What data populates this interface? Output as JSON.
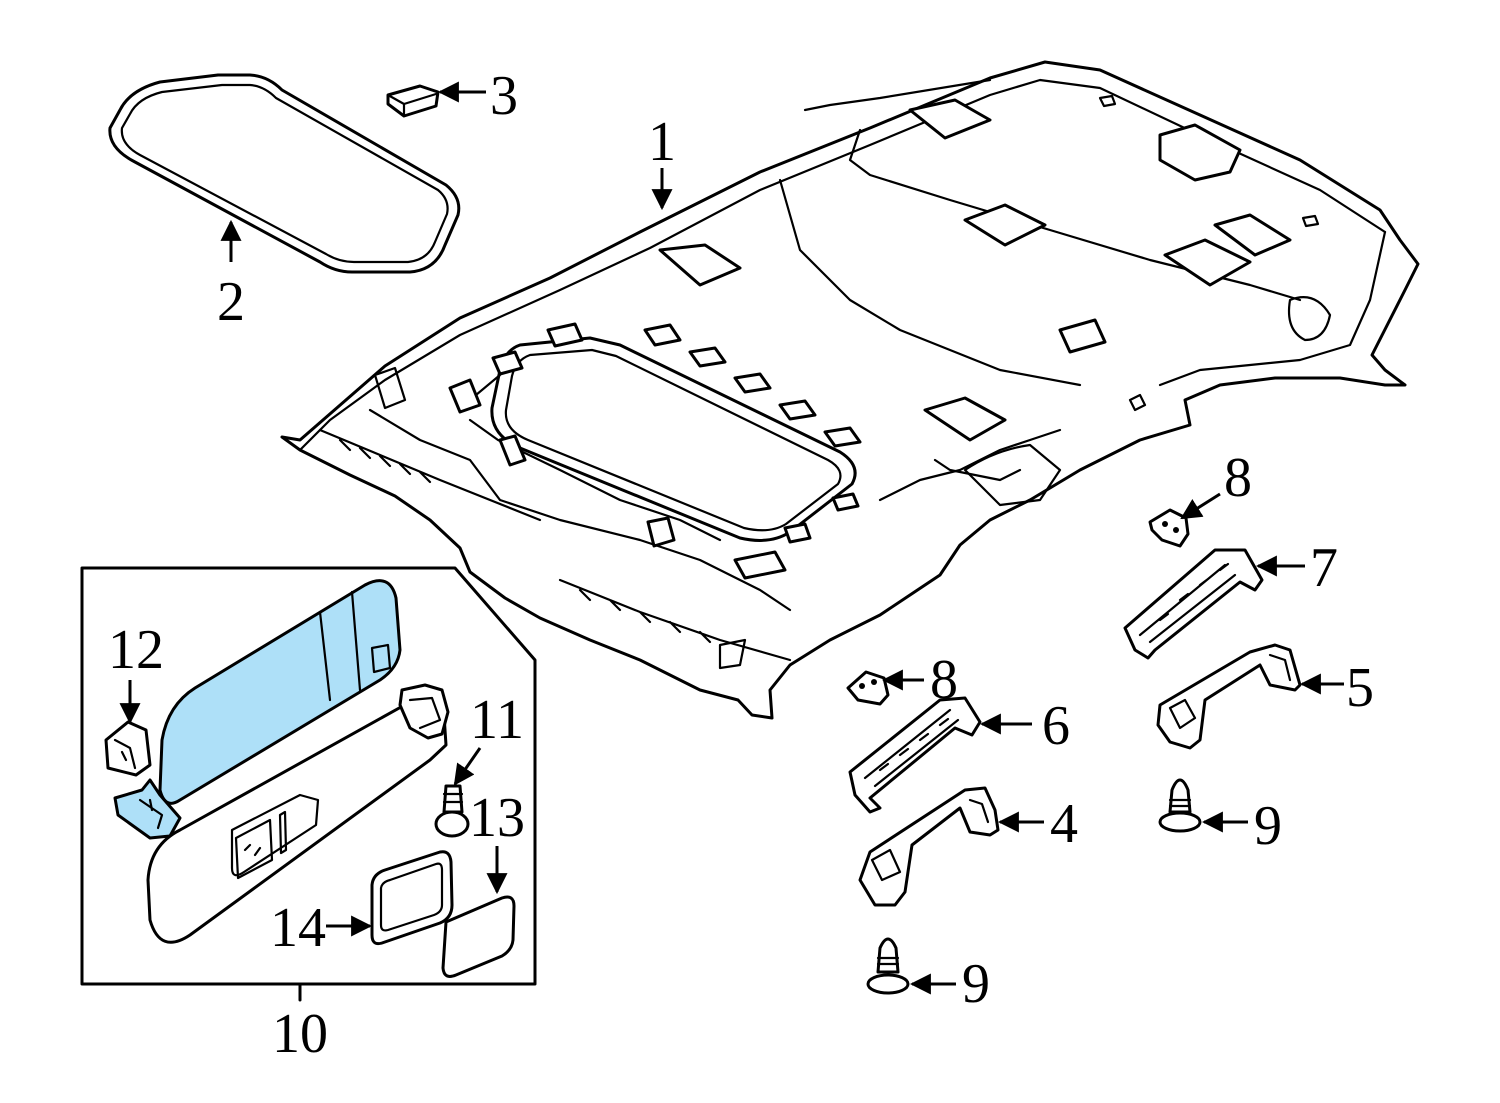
{
  "callouts": {
    "c1": "1",
    "c2": "2",
    "c3": "3",
    "c4": "4",
    "c5": "5",
    "c6": "6",
    "c7": "7",
    "c8a": "8",
    "c8b": "8",
    "c9a": "9",
    "c9b": "9",
    "c10": "10",
    "c11": "11",
    "c12": "12",
    "c13": "13",
    "c14": "14"
  },
  "colors": {
    "highlight": "#aee0f8",
    "line": "#000000",
    "background": "#ffffff"
  }
}
